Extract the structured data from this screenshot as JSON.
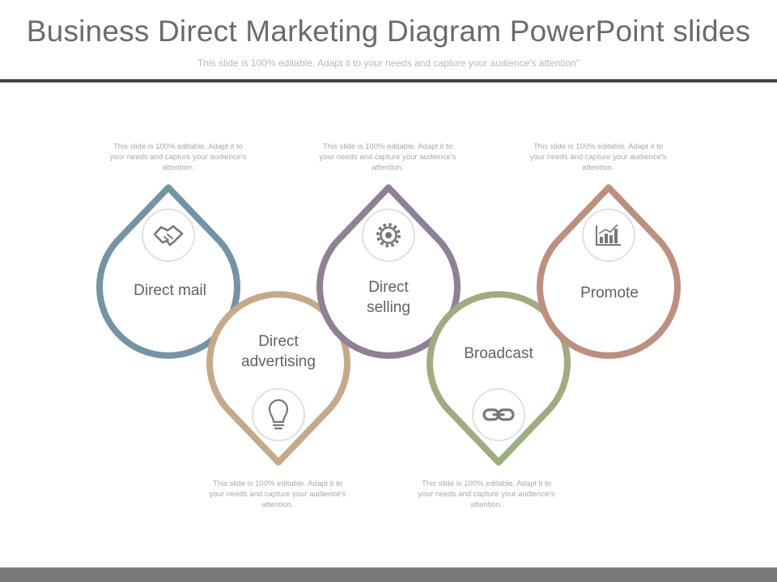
{
  "title": "Business Direct Marketing Diagram PowerPoint slides",
  "subtitle": "This slide is 100% editable. Adapt it to your needs and capture your audience's attention\"",
  "colors": {
    "blue": "#7594a3",
    "tan": "#c4aa8b",
    "purple": "#8f8195",
    "green": "#9fab80",
    "rust": "#bd8f80",
    "icon": "#777777"
  },
  "stages": [
    {
      "label": "Direct mail",
      "icon": "handshake-icon",
      "note": "This slide is 100% editable. Adapt it to your needs and capture your audience's attention."
    },
    {
      "label": "Direct advertising",
      "icon": "lightbulb-icon",
      "note": "This slide is 100% editable. Adapt it to your needs and capture your audience's attention."
    },
    {
      "label": "Direct selling",
      "icon": "gear-icon",
      "note": "This slide is 100% editable. Adapt it to your needs and capture your audience's attention."
    },
    {
      "label": "Broadcast",
      "icon": "chain-link-icon",
      "note": "This slide is 100% editable. Adapt it to your needs and capture your audience's attention."
    },
    {
      "label": "Promote",
      "icon": "bar-chart-icon",
      "note": "This slide is 100% editable. Adapt it to your needs and capture your audience's attention."
    }
  ]
}
